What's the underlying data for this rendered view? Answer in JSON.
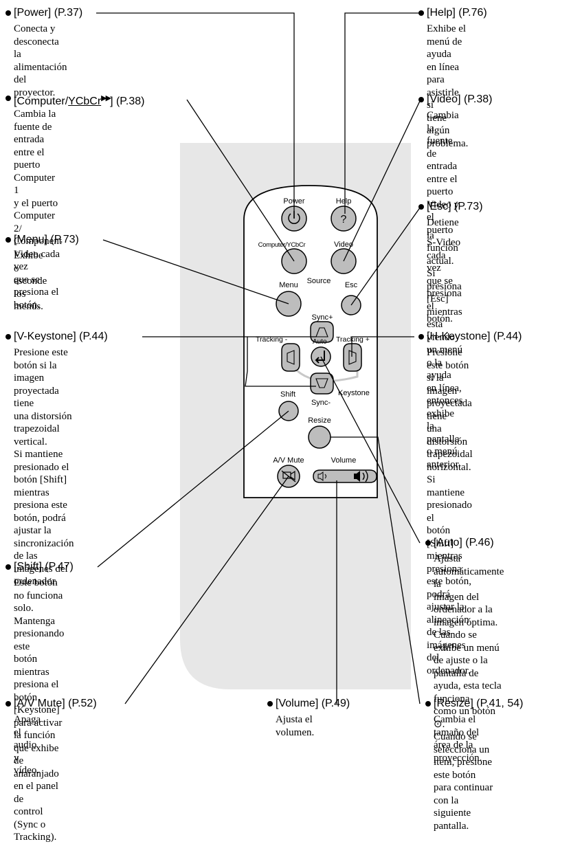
{
  "labels": {
    "power": "[Power] (P.37)",
    "help": "[Help] (P.76)",
    "computer_prefix": "[Computer/",
    "computer_underlined": "YCbCr",
    "computer_arrows": "▶▶",
    "computer_suffix": "] (P.38)",
    "video": "[Video] (P.38)",
    "menu": "[Menu] (P.73)",
    "esc": "[Esc] (P.73)",
    "vkeystone": "[V-Keystone] (P.44)",
    "hkeystone": "[H-Keystone] (P.44)",
    "auto": "[Auto] (P.46)",
    "shift": "[Shift] (P.47)",
    "avmute": "[A/V Mute] (P.52)",
    "volume": "[Volume] (P.49)",
    "resize": "[Resize] (P.41, 54)"
  },
  "descriptions": {
    "power": "Conecta y desconecta la\nalimentación del proyector.",
    "help": "Exhibe el menú de ayuda\nen línea para asistirle si\ntiene algún problema.",
    "computer": "Cambia la fuente de entrada\nentre el puerto Computer 1\ny el puerto Computer 2/\nComponent Video cada vez\nque se presiona el botón.",
    "video": "Cambia la fuente de entrada\nentre el puerto Video y el\npuerto S-Video cada vez\nque se presiona el botón.",
    "menu": "Exhibe o esconde\nlos menús.",
    "esc": "Detiene la función actual.\nSi presiona [Esc] mientras\nestá viendo un menú o la\nayuda en línea, entonces\nexhibe la pantalla o menú\nanterior.",
    "vkeystone": "Presione este botón si la\nimagen proyectada tiene\nuna distorsión trapezoidal\nvertical.\nSi mantiene presionado el\nbotón [Shift] mientras\npresiona este botón, podrá\najustar la sincronización\nde las imágenes del\nordenador.",
    "hkeystone": "Presione este botón si la\nimagen proyectada tiene\nuna distorsión trapezoidal\nhorizontal.\nSi mantiene presionado el\nbotón [Shift] mientras\npresiona este botón, podrá\najustar la alineación de las\nimágenes del ordenador.",
    "auto": "Ajusta automáticamente la\nimagen del ordenador a la\nimagen óptima.\nCuando se exhibe un menú\nde ajuste o la pantalla de\nayuda, esta tecla funciona\ncomo un botón ⊙.\nCuando se selecciona un\nitem, presione este botón\npara continuar con la\nsiguiente pantalla.",
    "shift": "Este botón no funciona solo.\nMantenga presionando este\nbotón mientras presiona el\nbotón [Keystone] para activar\nla función que exhibe de\nanaranjado en el panel de\ncontrol (Sync o Tracking).",
    "avmute": "Apaga el audio y vídeo.",
    "volume": "Ajusta el volumen.",
    "resize": "Cambia el tamaño del\nárea de la proyección."
  },
  "remote": {
    "power": "Power",
    "help": "Help",
    "help_icon": "?",
    "computer": "Computer/YCbCr",
    "video": "Video",
    "source": "Source",
    "menu": "Menu",
    "esc": "Esc",
    "sync_plus": "Sync+",
    "sync_minus": "Sync-",
    "tracking_minus": "Tracking -",
    "tracking_plus": "Tracking +",
    "auto": "Auto",
    "keystone": "Keystone",
    "shift": "Shift",
    "resize": "Resize",
    "avmute": "A/V Mute",
    "volume": "Volume"
  },
  "icons": {
    "power": "power-icon",
    "help": "question-icon",
    "enter": "enter-icon",
    "volume_down": "volume-down-icon",
    "volume_up": "volume-up-icon",
    "mute": "av-mute-icon"
  }
}
